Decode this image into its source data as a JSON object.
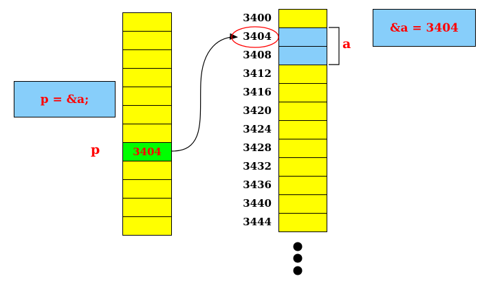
{
  "pointer_box": {
    "text": "p = &a;"
  },
  "address_box": {
    "text": "&a = 3404"
  },
  "pointer_label": "p",
  "variable_label": "a",
  "pointer_value": "3404",
  "addresses": [
    "3400",
    "3404",
    "3408",
    "3412",
    "3416",
    "3420",
    "3424",
    "3428",
    "3432",
    "3436",
    "3440",
    "3444"
  ],
  "colors": {
    "cell": "#ffff00",
    "highlight_var": "#87cefa",
    "highlight_ptr": "#00ff00",
    "text_accent": "#ff0000"
  },
  "icons": [
    "arrow-icon",
    "ellipsis-dots-icon",
    "brace-icon",
    "circle-highlight-icon"
  ]
}
